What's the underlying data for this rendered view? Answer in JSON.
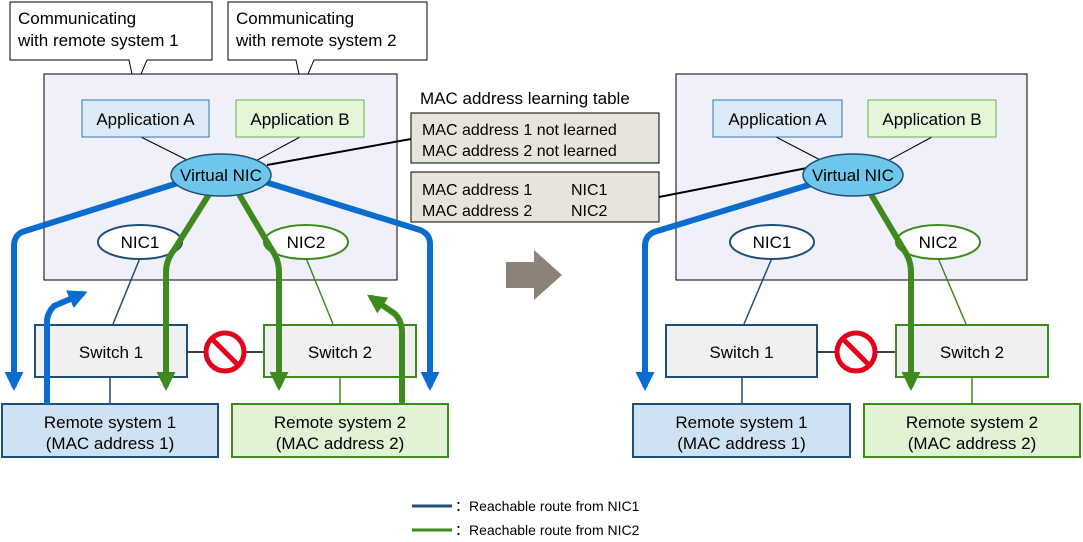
{
  "callouts": {
    "system1": [
      "Communicating",
      "with remote system 1"
    ],
    "system2": [
      "Communicating",
      "with remote system 2"
    ]
  },
  "left": {
    "app_a": "Application A",
    "app_b": "Application B",
    "virtual_nic": "Virtual NIC",
    "nic1": "NIC1",
    "nic2": "NIC2",
    "switch1": "Switch 1",
    "switch2": "Switch 2",
    "remote1": [
      "Remote system 1",
      "(MAC address 1)"
    ],
    "remote2": [
      "Remote system 2",
      "(MAC address 2)"
    ]
  },
  "right": {
    "app_a": "Application A",
    "app_b": "Application B",
    "virtual_nic": "Virtual NIC",
    "nic1": "NIC1",
    "nic2": "NIC2",
    "switch1": "Switch 1",
    "switch2": "Switch 2",
    "remote1": [
      "Remote system 1",
      "(MAC address 1)"
    ],
    "remote2": [
      "Remote system 2",
      "(MAC address 2)"
    ]
  },
  "mac_table": {
    "title": "MAC address learning table",
    "before": [
      "MAC address 1 not learned",
      "MAC address 2 not learned"
    ],
    "after": [
      {
        "mac": "MAC address 1",
        "nic": "NIC1"
      },
      {
        "mac": "MAC address 2",
        "nic": "NIC2"
      }
    ]
  },
  "legend": {
    "nic1": "：Reachable route from NIC1",
    "nic2": "：Reachable route from NIC2"
  },
  "colors": {
    "blue_route": "#0a6ccf",
    "green_route": "#3f8a1f",
    "dark_blue_line": "#1f4e79",
    "server_bg": "#f0f0fa",
    "app_a_bg": "#dceaf8",
    "app_b_bg": "#e4f5d8",
    "virtual_nic_bg": "#6ec6ea",
    "switch_bg": "#f0f0f0",
    "remote1_bg": "#cfe2f3",
    "remote2_bg": "#e2f2d5",
    "table_bg": "#e8e4dc",
    "blocked_red": "#e3001b"
  }
}
